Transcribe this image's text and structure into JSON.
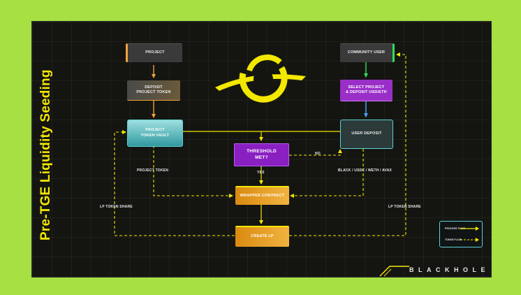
{
  "title": "Pre-TGE Liquidity Seeding",
  "nodes": {
    "project": "PROJECT",
    "deposit_project_token": "DEPOSIT\nPROJECT TOKEN",
    "project_token_vault": "PROJECT\nTOKEN VAULT",
    "threshold": "THRESHOLD\nMET?",
    "wrapper_contract": "WRAPPER CONTRACT",
    "create_lp": "CREATE LP",
    "community_user": "COMMUNITY USER",
    "select_project": "SELECT PROJECT\n& DEPOSIT USD/ETH",
    "user_deposit": "USER DEPOSIT"
  },
  "edge_labels": {
    "no": "NO",
    "yes": "YES",
    "project_token": "PROJECT TOKEN",
    "user_tokens": "BLACK / USDC / WETH / AVAX",
    "lp_share_left": "LP TOKEN SHARE",
    "lp_share_right": "LP TOKEN SHARE"
  },
  "legend": {
    "process_flow": "PROCESS FLOW",
    "token_flow": "TOKEN FLOW"
  },
  "brand": "BLACKHOLE",
  "colors": {
    "background": "#a6e043",
    "panel": "#141511",
    "title": "#f3e800",
    "flow": "#f3e800",
    "project_accent": "#f2a33a",
    "vault": "#5fd0d5",
    "threshold": "#8a1fc2",
    "user_accent": "#2ee05a",
    "select": "#9a2fc8"
  }
}
